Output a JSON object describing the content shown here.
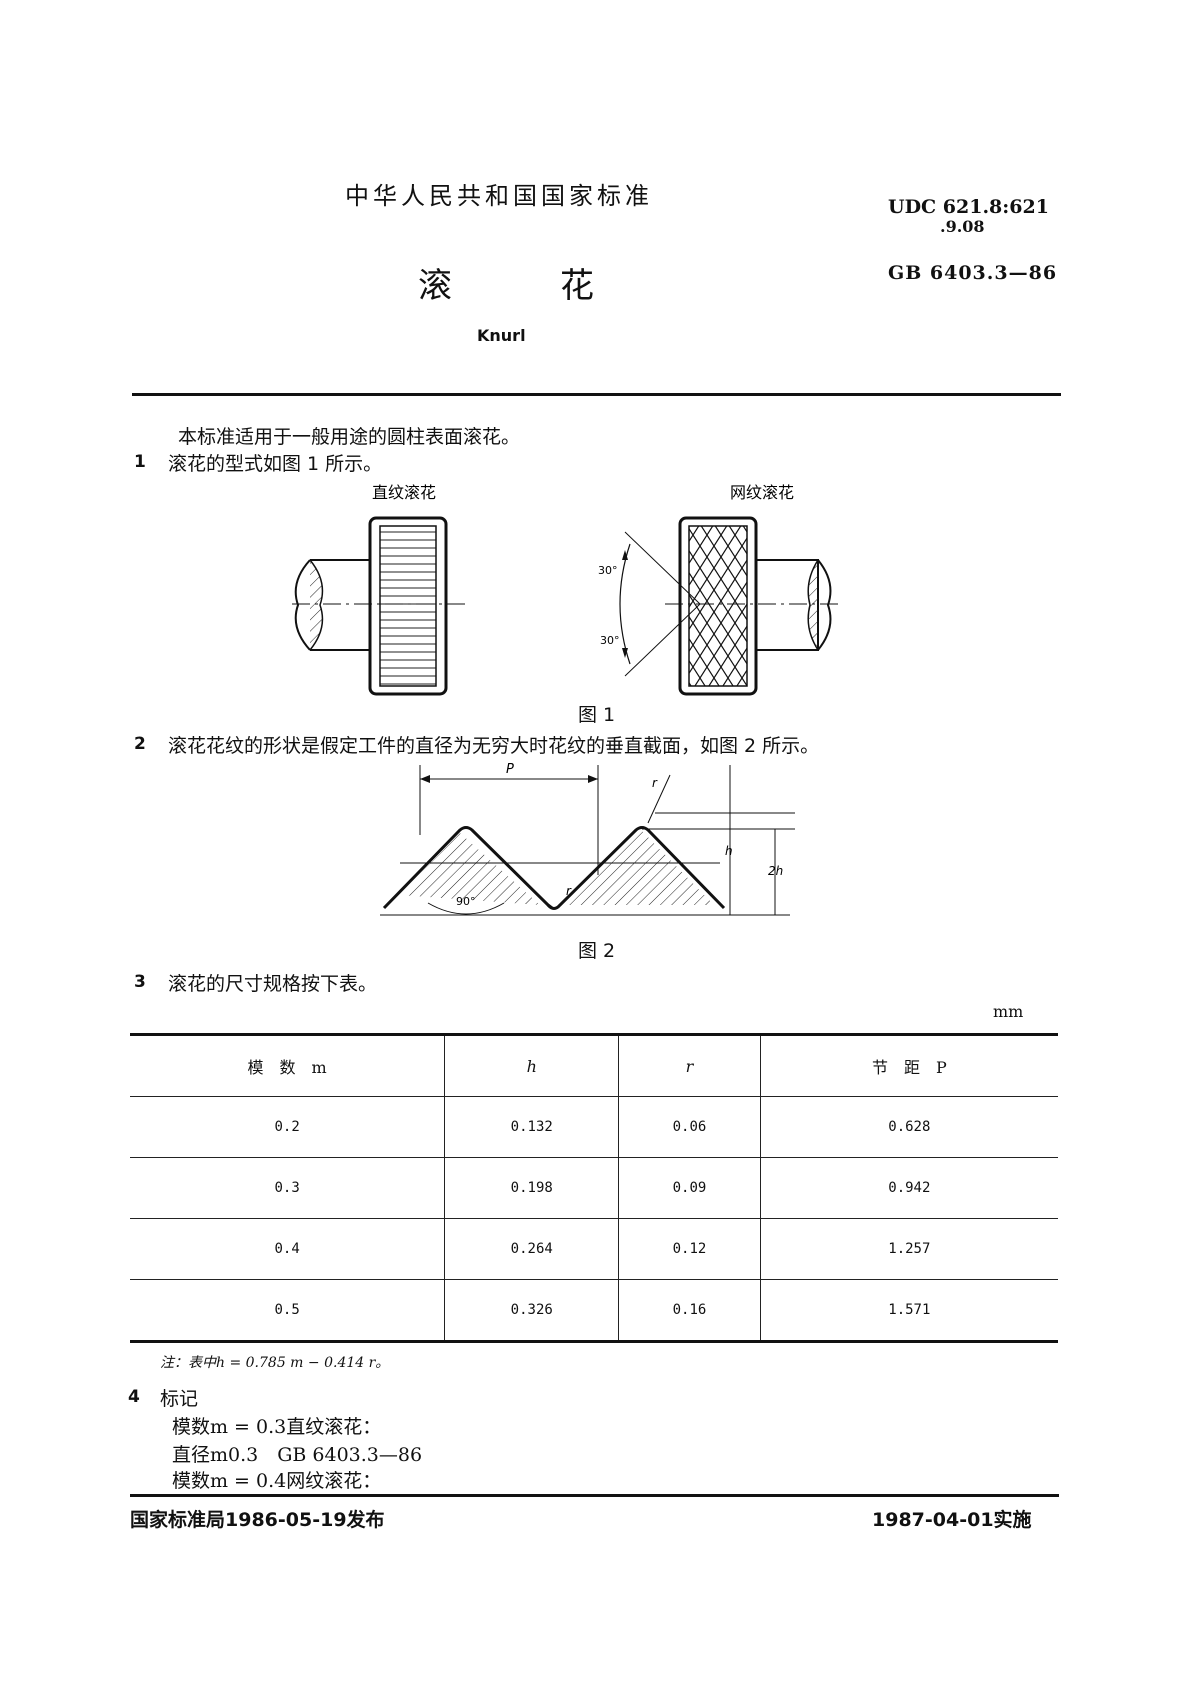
{
  "header": {
    "country_standard": "中华人民共和国国家标准",
    "udc_line1": "UDC 621.8:621",
    "udc_line2": ".9.08",
    "gb_number": "GB 6403.3—86"
  },
  "title": {
    "part1": "滚",
    "part2": "花",
    "english": "Knurl"
  },
  "intro": "本标准适用于一般用途的圆柱表面滚花。",
  "section1": {
    "number": "1",
    "text": "滚花的型式如图 1 所示。"
  },
  "figure1": {
    "left_label": "直纹滚花",
    "right_label": "网纹滚花",
    "angle_top": "30°",
    "angle_bottom": "30°",
    "caption": "图 1"
  },
  "section2": {
    "number": "2",
    "text": "滚花花纹的形状是假定工件的直径为无穷大时花纹的垂直截面，如图 2 所示。"
  },
  "figure2": {
    "pitch_label": "P",
    "r_label_top": "r",
    "r_label_bottom": "r",
    "h_label": "h",
    "h2_label": "2h",
    "angle_label": "90°",
    "caption": "图 2"
  },
  "section3": {
    "number": "3",
    "text": "滚花的尺寸规格按下表。"
  },
  "table": {
    "unit": "mm",
    "headers": [
      "模　数　m",
      "h",
      "r",
      "节　距　P"
    ],
    "rows": [
      [
        "0.2",
        "0.132",
        "0.06",
        "0.628"
      ],
      [
        "0.3",
        "0.198",
        "0.09",
        "0.942"
      ],
      [
        "0.4",
        "0.264",
        "0.12",
        "1.257"
      ],
      [
        "0.5",
        "0.326",
        "0.16",
        "1.571"
      ]
    ]
  },
  "note": "注：表中h = 0.785 m − 0.414 r。",
  "section4": {
    "number": "4",
    "heading": "标记",
    "line1": "模数m = 0.3直纹滚花：",
    "line2": "直径m0.3　GB 6403.3—86",
    "line3": "模数m = 0.4网纹滚花："
  },
  "footer": {
    "issued": "国家标准局1986-05-19发布",
    "effective": "1987-04-01实施"
  }
}
